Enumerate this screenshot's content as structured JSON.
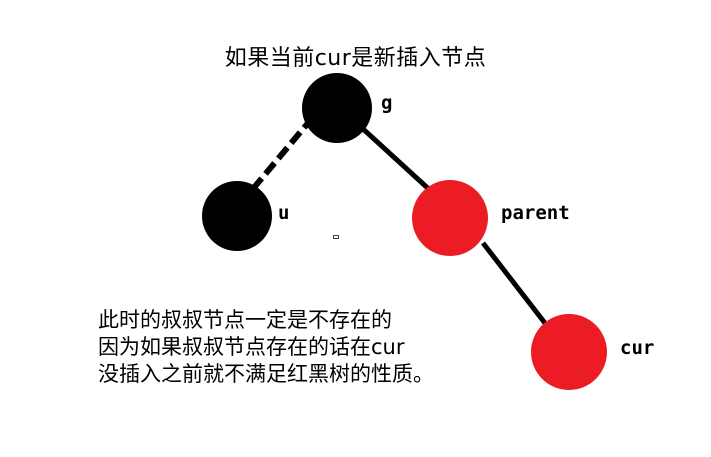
{
  "title": "如果当前cur是新插入节点",
  "nodes": {
    "g": {
      "label": "g",
      "color": "#000000"
    },
    "u": {
      "label": "u",
      "color": "#000000"
    },
    "parent": {
      "label": "parent",
      "color": "#ec1c24"
    },
    "cur": {
      "label": "cur",
      "color": "#ec1c24"
    }
  },
  "edges": [
    {
      "from": "g",
      "to": "u",
      "style": "dashed"
    },
    {
      "from": "g",
      "to": "parent",
      "style": "solid"
    },
    {
      "from": "parent",
      "to": "cur",
      "style": "solid"
    }
  ],
  "note": {
    "lines": [
      "此时的叔叔节点一定是不存在的",
      "因为如果叔叔节点存在的话在cur",
      "没插入之前就不满足红黑树的性质。"
    ]
  }
}
